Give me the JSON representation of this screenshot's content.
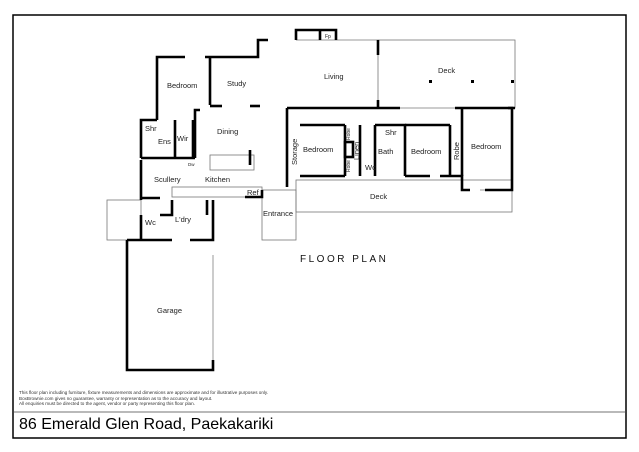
{
  "plan": {
    "title": "FLOOR PLAN",
    "rooms": {
      "bedroom1": "Bedroom",
      "study": "Study",
      "living": "Living",
      "deck_upper": "Deck",
      "shr1": "Shr",
      "ens": "Ens",
      "wir": "Wir",
      "dining": "Dining",
      "storage": "Storage",
      "bedroom2": "Bedroom",
      "robe1": "Robe",
      "linen": "Linen",
      "robe2": "Robe",
      "wc1": "Wc",
      "shr2": "Shr",
      "bath": "Bath",
      "bedroom3": "Bedroom",
      "robe3": "Robe",
      "bedroom4": "Bedroom",
      "scullery": "Scullery",
      "kitchen": "Kitchen",
      "dw": "Dw",
      "ref": "Ref",
      "entrance": "Entrance",
      "deck_lower": "Deck",
      "wc2": "Wc",
      "ldry": "L'dry",
      "garage": "Garage",
      "fp": "Fp"
    }
  },
  "footer": {
    "disclaimer": [
      "This floor plan including furniture, fixture measurements and dimensions are approximate and for illustrative purposes only.",
      "BoxBrownie.com gives no guarantee, warranty or representation as to the accuracy and layout.",
      "All enquiries must be directed to the agent, vendor or party representing this floor plan."
    ],
    "address": "86 Emerald Glen Road, Paekakariki"
  }
}
